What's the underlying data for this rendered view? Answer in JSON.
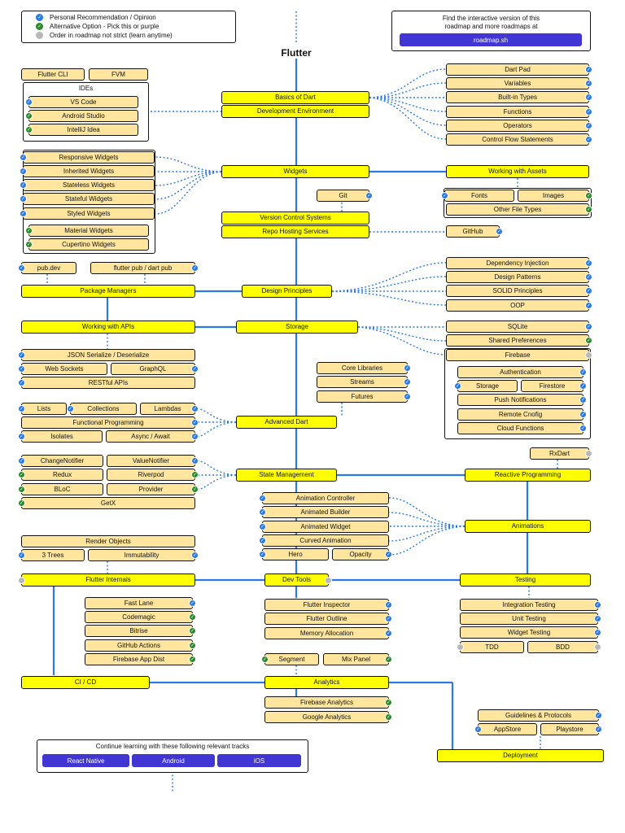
{
  "title": "Flutter",
  "legend": {
    "personal": "Personal Recommendation / Opinion",
    "alternative": "Alternative Option - Pick this or purple",
    "order": "Order in roadmap not strict (learn anytime)"
  },
  "promo": {
    "text1": "Find the interactive version of this",
    "text2": "roadmap and more roadmaps at",
    "button": "roadmap.sh"
  },
  "tracks": {
    "heading": "Continue learning with these following relevant tracks",
    "items": [
      "React Native",
      "Android",
      "iOS"
    ]
  },
  "ides_heading": "IDEs",
  "colors": {
    "main": "#ffff00",
    "sub": "#ffe59e",
    "line": "#2a79e4",
    "blue": "#2a79e4",
    "green": "#2a8a2a",
    "gray": "#b8b8b8",
    "track": "#4136d4"
  },
  "nodes": {
    "flutter_cli": "Flutter CLI",
    "fvm": "FVM",
    "vs_code": "VS Code",
    "android_studio": "Android Studio",
    "intellij": "IntelliJ Idea",
    "basics_dart": "Basics of Dart",
    "dev_env": "Development Environment",
    "dart_pad": "Dart Pad",
    "variables": "Variables",
    "builtin_types": "Built-in Types",
    "functions": "Functions",
    "operators": "Operators",
    "control_flow": "Control Flow Statements",
    "responsive": "Responsive Widgets",
    "inherited": "Inherited Widgets",
    "stateless": "Stateless Widgets",
    "stateful": "Stateful Widgets",
    "styled": "Styled Widgets",
    "material": "Material Widgets",
    "cupertino": "Cupertino Widgets",
    "widgets": "Widgets",
    "assets": "Working with Assets",
    "fonts": "Fonts",
    "images": "Images",
    "other_files": "Other File Types",
    "git": "Git",
    "vcs": "Version Control Systems",
    "repo_hosting": "Repo Hosting Services",
    "github": "GitHub",
    "pubdev": "pub.dev",
    "flutter_pub": "flutter pub / dart pub",
    "package_managers": "Package Managers",
    "design_principles": "Design Principles",
    "di": "Dependency Injection",
    "design_patterns": "Design Patterns",
    "solid": "SOLID Principles",
    "oop": "OOP",
    "apis": "Working with APIs",
    "storage": "Storage",
    "sqlite": "SQLite",
    "shared_prefs": "Shared Preferences",
    "firebase": "Firebase",
    "auth": "Authentication",
    "fb_storage": "Storage",
    "firestore": "Firestore",
    "push": "Push Notifications",
    "remote_config": "Remote Cnofig",
    "cloud_functions": "Cloud Functions",
    "json": "JSON Serialize / Deserialize",
    "websockets": "Web Sockets",
    "graphql": "GraphQL",
    "restful": "RESTful APIs",
    "core_libs": "Core Libraries",
    "streams": "Streams",
    "futures": "Futures",
    "lists": "Lists",
    "collections": "Collections",
    "lambdas": "Lambdas",
    "functional": "Functional Programming",
    "isolates": "Isolates",
    "async": "Async / Await",
    "advanced_dart": "Advanced Dart",
    "change_notifier": "ChangeNotifier",
    "value_notifier": "ValueNotifier",
    "redux": "Redux",
    "riverpod": "Riverpod",
    "bloc": "BLoC",
    "provider": "Provider",
    "getx": "GetX",
    "state_mgmt": "State Management",
    "rxdart": "RxDart",
    "reactive": "Reactive Programming",
    "anim_controller": "Animation Controller",
    "anim_builder": "Animated Builder",
    "anim_widget": "Animated Widget",
    "curved": "Curved Animation",
    "hero": "Hero",
    "opacity": "Opacity",
    "animations": "Animations",
    "render_objects": "Render Objects",
    "three_trees": "3 Trees",
    "immutability": "Immutability",
    "flutter_internals": "Flutter Internals",
    "dev_tools": "Dev Tools",
    "testing": "Testing",
    "fast_lane": "Fast Lane",
    "codemagic": "Codemagic",
    "bitrise": "Bitrise",
    "gh_actions": "GitHub Actions",
    "fb_app_dist": "Firebase App Dist",
    "inspector": "Flutter Inspector",
    "outline": "Flutter Outline",
    "memory": "Memory Allocation",
    "integration": "Integration Testing",
    "unit": "Unit Testing",
    "widget_testing": "Widget Testing",
    "tdd": "TDD",
    "bdd": "BDD",
    "segment": "Segment",
    "mix_panel": "Mix Panel",
    "cicd": "CI / CD",
    "analytics": "Analytics",
    "fb_analytics": "Firebase Analytics",
    "google_analytics": "Google Analytics",
    "guidelines": "Guidelines & Protocols",
    "appstore": "AppStore",
    "playstore": "Playstore",
    "deployment": "Deployment"
  }
}
